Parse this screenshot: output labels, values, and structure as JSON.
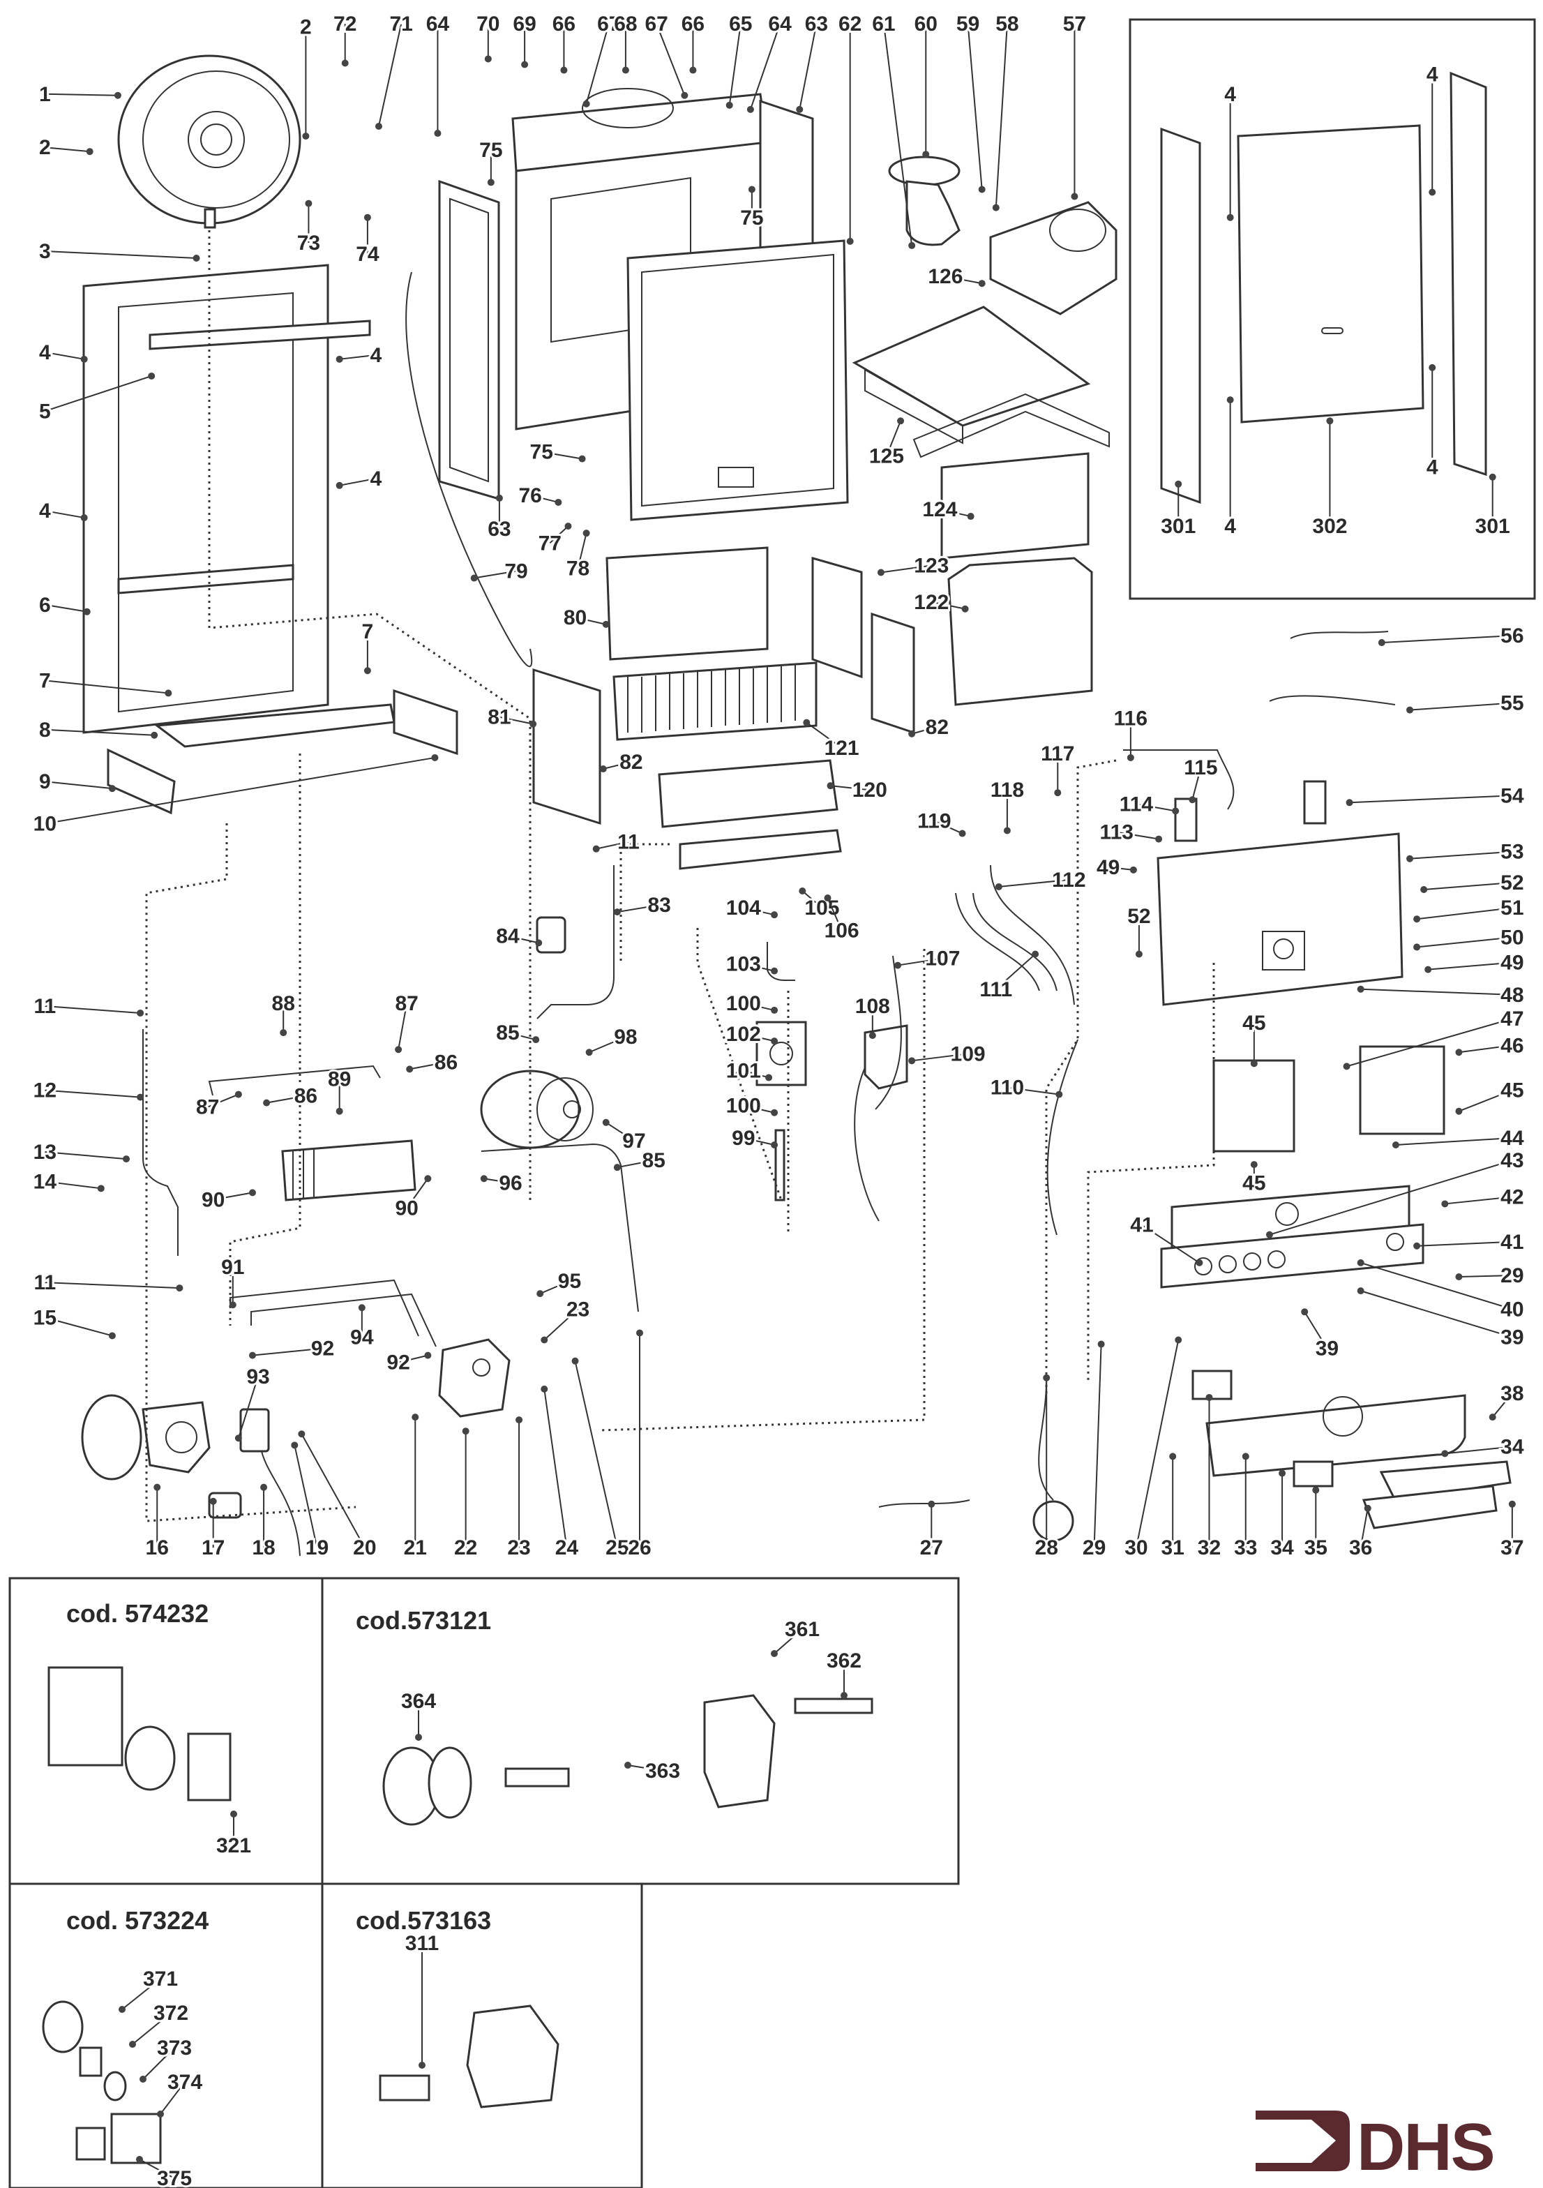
{
  "document": {
    "type": "exploded parts diagram",
    "subject": "wall-mounted gas boiler"
  },
  "logo": {
    "text": "DHS",
    "color": "#5a2a2e"
  },
  "colors": {
    "ink": "#2a2a2a",
    "line": "#333333",
    "paper": "#ffffff",
    "brand": "#5a2a2e"
  },
  "callouts": [
    {
      "id": "c1",
      "text": "1"
    },
    {
      "id": "c2",
      "text": "2"
    },
    {
      "id": "c2b",
      "text": "2"
    },
    {
      "id": "c3",
      "text": "3"
    },
    {
      "id": "c4a",
      "text": "4"
    },
    {
      "id": "c4b",
      "text": "4"
    },
    {
      "id": "c4c",
      "text": "4"
    },
    {
      "id": "c4d",
      "text": "4"
    },
    {
      "id": "c5",
      "text": "5"
    },
    {
      "id": "c6",
      "text": "6"
    },
    {
      "id": "c7a",
      "text": "7"
    },
    {
      "id": "c7b",
      "text": "7"
    },
    {
      "id": "c8",
      "text": "8"
    },
    {
      "id": "c9",
      "text": "9"
    },
    {
      "id": "c10",
      "text": "10"
    },
    {
      "id": "c11a",
      "text": "11"
    },
    {
      "id": "c11b",
      "text": "11"
    },
    {
      "id": "c11c",
      "text": "11"
    },
    {
      "id": "c12",
      "text": "12"
    },
    {
      "id": "c13",
      "text": "13"
    },
    {
      "id": "c14",
      "text": "14"
    },
    {
      "id": "c15",
      "text": "15"
    },
    {
      "id": "c16",
      "text": "16"
    },
    {
      "id": "c17",
      "text": "17"
    },
    {
      "id": "c18",
      "text": "18"
    },
    {
      "id": "c19",
      "text": "19"
    },
    {
      "id": "c20",
      "text": "20"
    },
    {
      "id": "c21",
      "text": "21"
    },
    {
      "id": "c22",
      "text": "22"
    },
    {
      "id": "c23a",
      "text": "23"
    },
    {
      "id": "c23b",
      "text": "23"
    },
    {
      "id": "c24",
      "text": "24"
    },
    {
      "id": "c25",
      "text": "25"
    },
    {
      "id": "c26",
      "text": "26"
    },
    {
      "id": "c27",
      "text": "27"
    },
    {
      "id": "c28",
      "text": "28"
    },
    {
      "id": "c29a",
      "text": "29"
    },
    {
      "id": "c29b",
      "text": "29"
    },
    {
      "id": "c30",
      "text": "30"
    },
    {
      "id": "c31",
      "text": "31"
    },
    {
      "id": "c32",
      "text": "32"
    },
    {
      "id": "c33",
      "text": "33"
    },
    {
      "id": "c34a",
      "text": "34"
    },
    {
      "id": "c34b",
      "text": "34"
    },
    {
      "id": "c35",
      "text": "35"
    },
    {
      "id": "c36",
      "text": "36"
    },
    {
      "id": "c37",
      "text": "37"
    },
    {
      "id": "c38",
      "text": "38"
    },
    {
      "id": "c39a",
      "text": "39"
    },
    {
      "id": "c39b",
      "text": "39"
    },
    {
      "id": "c40",
      "text": "40"
    },
    {
      "id": "c41a",
      "text": "41"
    },
    {
      "id": "c41b",
      "text": "41"
    },
    {
      "id": "c42",
      "text": "42"
    },
    {
      "id": "c43",
      "text": "43"
    },
    {
      "id": "c44",
      "text": "44"
    },
    {
      "id": "c45a",
      "text": "45"
    },
    {
      "id": "c45b",
      "text": "45"
    },
    {
      "id": "c45c",
      "text": "45"
    },
    {
      "id": "c46",
      "text": "46"
    },
    {
      "id": "c47",
      "text": "47"
    },
    {
      "id": "c48",
      "text": "48"
    },
    {
      "id": "c49a",
      "text": "49"
    },
    {
      "id": "c49b",
      "text": "49"
    },
    {
      "id": "c50",
      "text": "50"
    },
    {
      "id": "c51",
      "text": "51"
    },
    {
      "id": "c52a",
      "text": "52"
    },
    {
      "id": "c52b",
      "text": "52"
    },
    {
      "id": "c53",
      "text": "53"
    },
    {
      "id": "c54",
      "text": "54"
    },
    {
      "id": "c55",
      "text": "55"
    },
    {
      "id": "c56",
      "text": "56"
    },
    {
      "id": "c57",
      "text": "57"
    },
    {
      "id": "c58",
      "text": "58"
    },
    {
      "id": "c59",
      "text": "59"
    },
    {
      "id": "c60",
      "text": "60"
    },
    {
      "id": "c61",
      "text": "61"
    },
    {
      "id": "c62",
      "text": "62"
    },
    {
      "id": "c63a",
      "text": "63"
    },
    {
      "id": "c63b",
      "text": "63"
    },
    {
      "id": "c64a",
      "text": "64"
    },
    {
      "id": "c64b",
      "text": "64"
    },
    {
      "id": "c65",
      "text": "65"
    },
    {
      "id": "c66a",
      "text": "66"
    },
    {
      "id": "c66b",
      "text": "66"
    },
    {
      "id": "c67a",
      "text": "67"
    },
    {
      "id": "c67b",
      "text": "67"
    },
    {
      "id": "c68",
      "text": "68"
    },
    {
      "id": "c69",
      "text": "69"
    },
    {
      "id": "c70",
      "text": "70"
    },
    {
      "id": "c71",
      "text": "71"
    },
    {
      "id": "c72",
      "text": "72"
    },
    {
      "id": "c73",
      "text": "73"
    },
    {
      "id": "c74",
      "text": "74"
    },
    {
      "id": "c75a",
      "text": "75"
    },
    {
      "id": "c75b",
      "text": "75"
    },
    {
      "id": "c75c",
      "text": "75"
    },
    {
      "id": "c76",
      "text": "76"
    },
    {
      "id": "c77",
      "text": "77"
    },
    {
      "id": "c78",
      "text": "78"
    },
    {
      "id": "c79",
      "text": "79"
    },
    {
      "id": "c80",
      "text": "80"
    },
    {
      "id": "c81",
      "text": "81"
    },
    {
      "id": "c82a",
      "text": "82"
    },
    {
      "id": "c82b",
      "text": "82"
    },
    {
      "id": "c83",
      "text": "83"
    },
    {
      "id": "c84",
      "text": "84"
    },
    {
      "id": "c85a",
      "text": "85"
    },
    {
      "id": "c85b",
      "text": "85"
    },
    {
      "id": "c86a",
      "text": "86"
    },
    {
      "id": "c86b",
      "text": "86"
    },
    {
      "id": "c87a",
      "text": "87"
    },
    {
      "id": "c87b",
      "text": "87"
    },
    {
      "id": "c88",
      "text": "88"
    },
    {
      "id": "c89",
      "text": "89"
    },
    {
      "id": "c90a",
      "text": "90"
    },
    {
      "id": "c90b",
      "text": "90"
    },
    {
      "id": "c91",
      "text": "91"
    },
    {
      "id": "c92a",
      "text": "92"
    },
    {
      "id": "c92b",
      "text": "92"
    },
    {
      "id": "c93",
      "text": "93"
    },
    {
      "id": "c94",
      "text": "94"
    },
    {
      "id": "c95",
      "text": "95"
    },
    {
      "id": "c96",
      "text": "96"
    },
    {
      "id": "c97",
      "text": "97"
    },
    {
      "id": "c98",
      "text": "98"
    },
    {
      "id": "c99",
      "text": "99"
    },
    {
      "id": "c100a",
      "text": "100"
    },
    {
      "id": "c100b",
      "text": "100"
    },
    {
      "id": "c101",
      "text": "101"
    },
    {
      "id": "c102",
      "text": "102"
    },
    {
      "id": "c103",
      "text": "103"
    },
    {
      "id": "c104",
      "text": "104"
    },
    {
      "id": "c105",
      "text": "105"
    },
    {
      "id": "c106",
      "text": "106"
    },
    {
      "id": "c107",
      "text": "107"
    },
    {
      "id": "c108",
      "text": "108"
    },
    {
      "id": "c109",
      "text": "109"
    },
    {
      "id": "c110",
      "text": "110"
    },
    {
      "id": "c111",
      "text": "111"
    },
    {
      "id": "c112",
      "text": "112"
    },
    {
      "id": "c113",
      "text": "113"
    },
    {
      "id": "c114",
      "text": "114"
    },
    {
      "id": "c115",
      "text": "115"
    },
    {
      "id": "c116",
      "text": "116"
    },
    {
      "id": "c117",
      "text": "117"
    },
    {
      "id": "c118",
      "text": "118"
    },
    {
      "id": "c119",
      "text": "119"
    },
    {
      "id": "c120",
      "text": "120"
    },
    {
      "id": "c121",
      "text": "121"
    },
    {
      "id": "c122",
      "text": "122"
    },
    {
      "id": "c123",
      "text": "123"
    },
    {
      "id": "c124",
      "text": "124"
    },
    {
      "id": "c125",
      "text": "125"
    },
    {
      "id": "c126",
      "text": "126"
    },
    {
      "id": "c301a",
      "text": "301"
    },
    {
      "id": "c301b",
      "text": "301"
    },
    {
      "id": "c302",
      "text": "302"
    },
    {
      "id": "c4e",
      "text": "4"
    },
    {
      "id": "c4f",
      "text": "4"
    },
    {
      "id": "c4g",
      "text": "4"
    },
    {
      "id": "c4h",
      "text": "4"
    }
  ],
  "kits": [
    {
      "id": "k1",
      "title": "cod. 574232",
      "parts": [
        {
          "id": "k321",
          "text": "321"
        }
      ]
    },
    {
      "id": "k2",
      "title": "cod.573121",
      "parts": [
        {
          "id": "k361",
          "text": "361"
        },
        {
          "id": "k362",
          "text": "362"
        },
        {
          "id": "k363",
          "text": "363"
        },
        {
          "id": "k364",
          "text": "364"
        }
      ]
    },
    {
      "id": "k3",
      "title": "cod. 573224",
      "parts": [
        {
          "id": "k371",
          "text": "371"
        },
        {
          "id": "k372",
          "text": "372"
        },
        {
          "id": "k373",
          "text": "373"
        },
        {
          "id": "k374",
          "text": "374"
        },
        {
          "id": "k375",
          "text": "375"
        }
      ]
    },
    {
      "id": "k4",
      "title": "cod.573163",
      "parts": [
        {
          "id": "k311",
          "text": "311"
        }
      ]
    }
  ]
}
